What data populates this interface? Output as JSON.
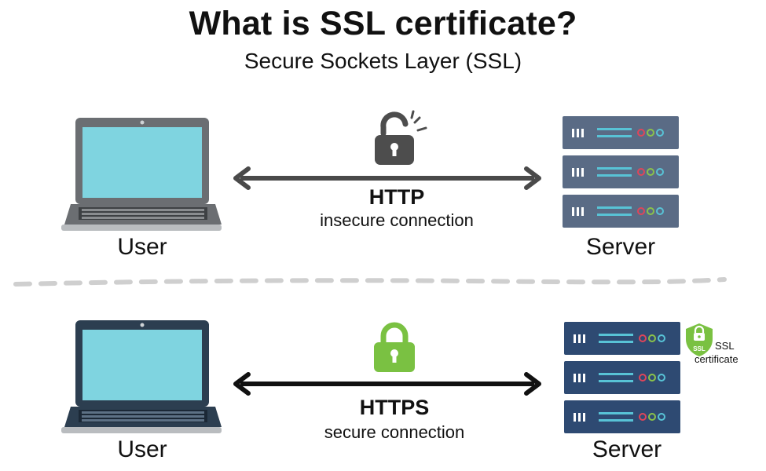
{
  "title": "What is SSL certificate?",
  "subtitle": "Secure Sockets Layer (SSL)",
  "insecure": {
    "client_label": "User",
    "server_label": "Server",
    "protocol": "HTTP",
    "description": "insecure connection",
    "lock_state": "unlocked",
    "lock_color": "#4d4d4d",
    "arrow_color": "#4a4a4a"
  },
  "secure": {
    "client_label": "User",
    "server_label": "Server",
    "protocol": "HTTPS",
    "description": "secure connection",
    "lock_state": "locked",
    "lock_color": "#7ac142",
    "arrow_color": "#111111",
    "badge": {
      "shield_text": "SSL",
      "label_line1": "SSL",
      "label_line2": "certificate",
      "color": "#7ac142"
    }
  },
  "colors": {
    "laptop_gray_frame": "#6b6e72",
    "laptop_dark_frame": "#2c3e50",
    "screen": "#7fd4e0",
    "server_gray": "#5a6b85",
    "server_dark": "#2e4a72",
    "divider": "#cfcfcf"
  }
}
